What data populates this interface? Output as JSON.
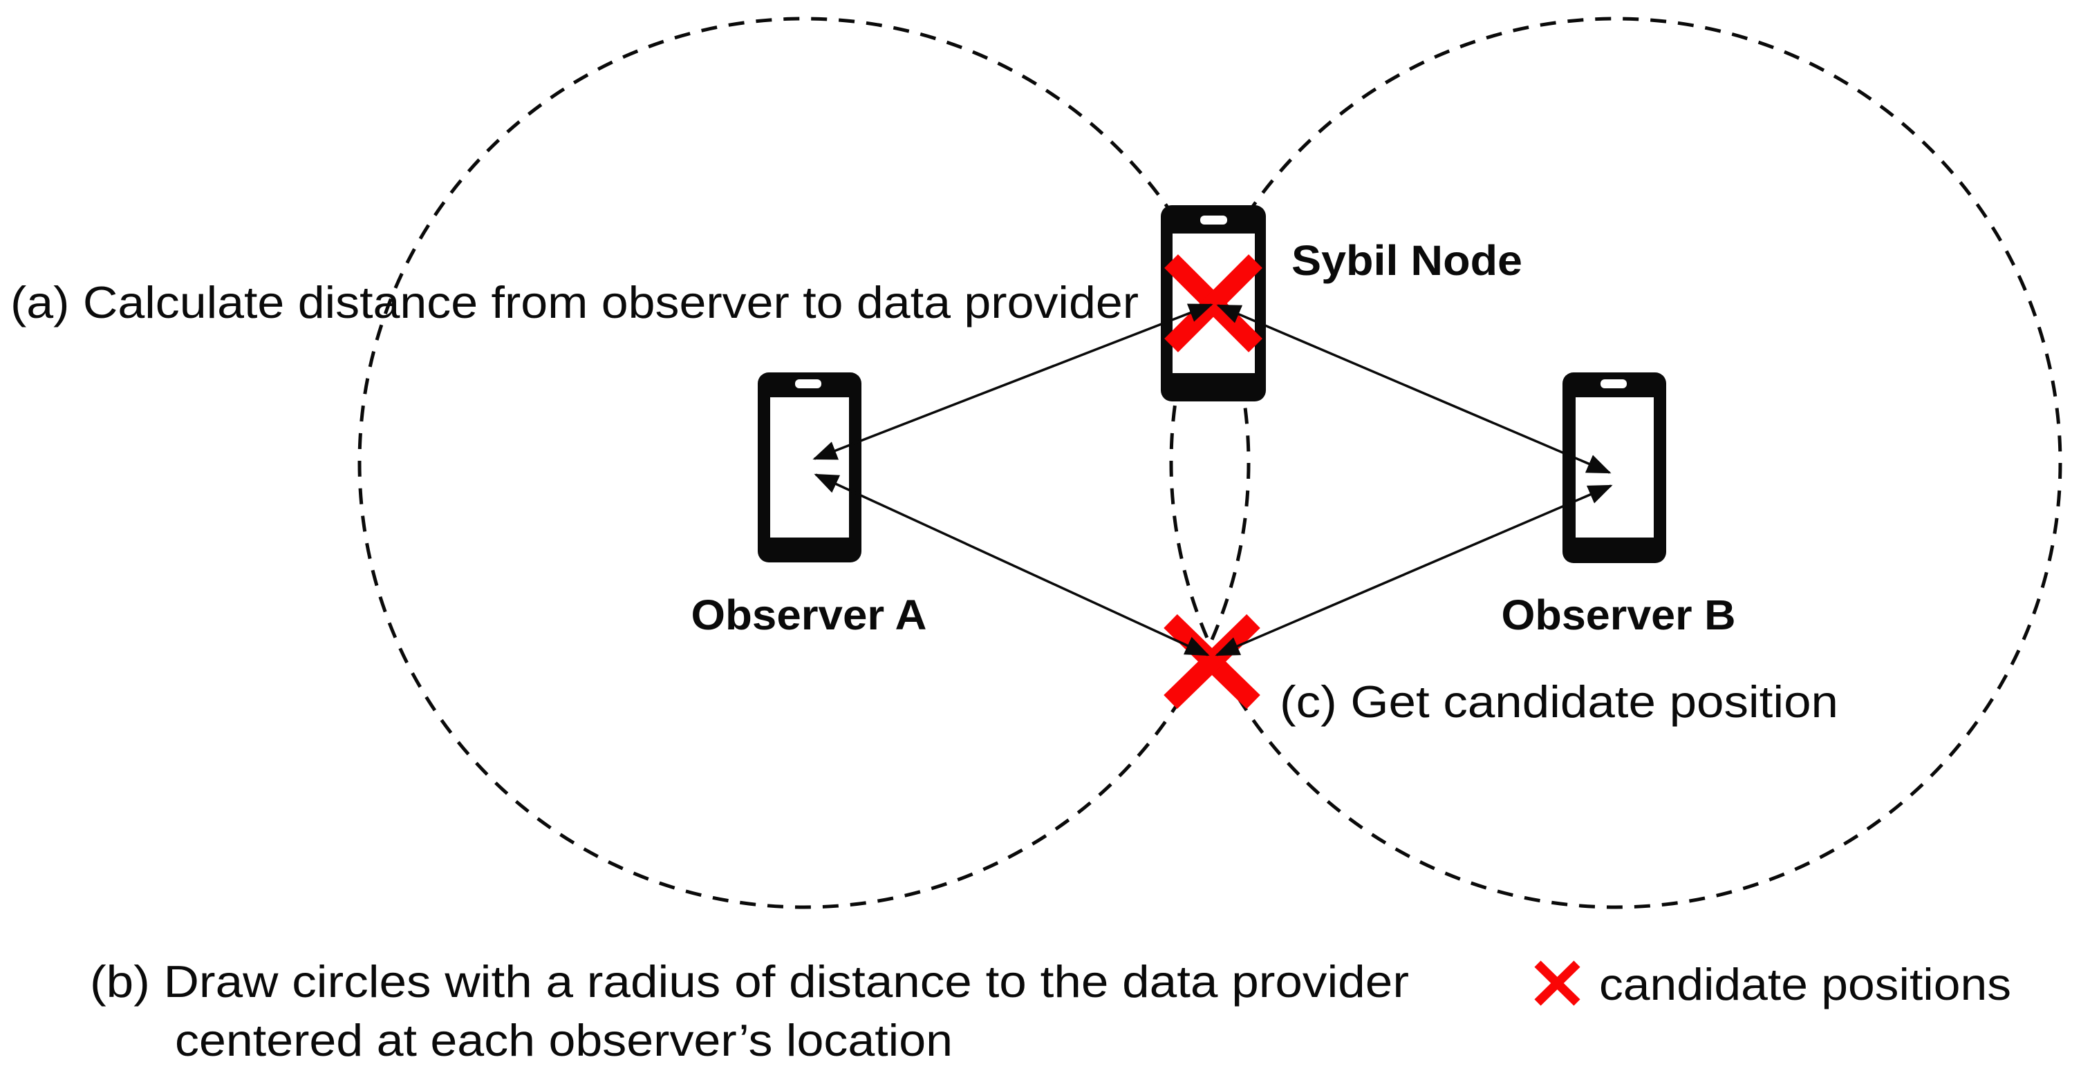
{
  "figure": {
    "type": "diagram",
    "topic": "Sybil node localization via observer distance circles"
  },
  "annotations": {
    "step_a": "(a) Calculate distance from observer to data provider",
    "step_b_line1": "(b) Draw circles with a radius of distance to the data provider",
    "step_b_line2": "centered at each observer’s location",
    "step_c": "(c) Get candidate position"
  },
  "nodes": {
    "sybil": {
      "label": "Sybil Node",
      "icon": "smartphone-icon",
      "marker": "red-x"
    },
    "observer_a": {
      "label": "Observer A",
      "icon": "smartphone-icon"
    },
    "observer_b": {
      "label": "Observer B",
      "icon": "smartphone-icon"
    }
  },
  "markers": {
    "candidate_position_count": 2,
    "candidate_marker": "red-x"
  },
  "legend": {
    "symbol": "red-x-icon",
    "label": "candidate positions"
  },
  "colors": {
    "background": "#ffffff",
    "ink": "#0a0a0a",
    "candidate_red": "#fa0505"
  }
}
